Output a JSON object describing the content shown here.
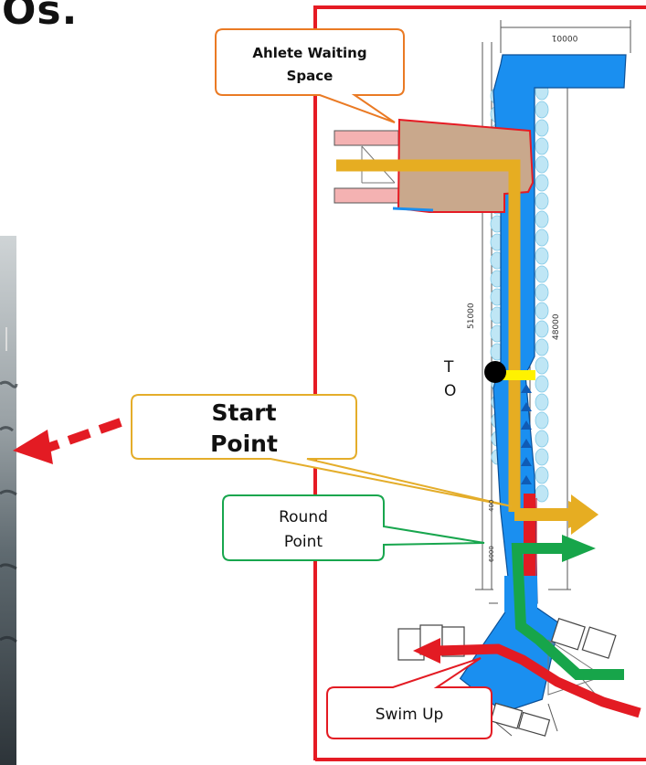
{
  "title_fragment": "Os.",
  "callouts": {
    "waiting": {
      "text": [
        "Ahlete Waiting",
        "Space"
      ],
      "color": "#ea7a24"
    },
    "start": {
      "text": [
        "Start",
        "Point"
      ],
      "color": "#e4ad2a"
    },
    "round": {
      "text": [
        "Round",
        "Point"
      ],
      "color": "#18a64e"
    },
    "swim": {
      "text": [
        "Swim Up"
      ],
      "color": "#e02020"
    }
  },
  "labels": {
    "to_t": "T",
    "to_o": "O",
    "dim_top": "00001",
    "dim_left": "51000",
    "dim_right": "48000",
    "dim_small_a": "400",
    "dim_small_b": "6000"
  },
  "colors": {
    "frame": "#e51b24",
    "pontoon_blue": "#1a8ff0",
    "waiting_area": "#c9a88c",
    "route_gold": "#e6ad22",
    "route_green": "#17a54a",
    "route_red": "#e31b23",
    "marker_yellow": "#fff200",
    "float_light": "#bfe6f5",
    "float_pink": "#f4b2b2"
  }
}
